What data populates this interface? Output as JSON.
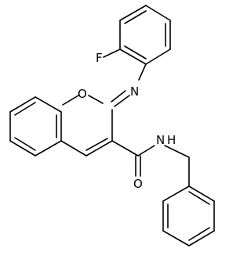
{
  "atoms": {
    "fluorine": "F",
    "imine_nitrogen": "N",
    "ring_oxygen": "O",
    "carbonyl_oxygen": "O",
    "amide_nitrogen": "N",
    "amide_hydrogen": "H"
  },
  "colors": {
    "bond": "#000000",
    "background": "#ffffff"
  }
}
